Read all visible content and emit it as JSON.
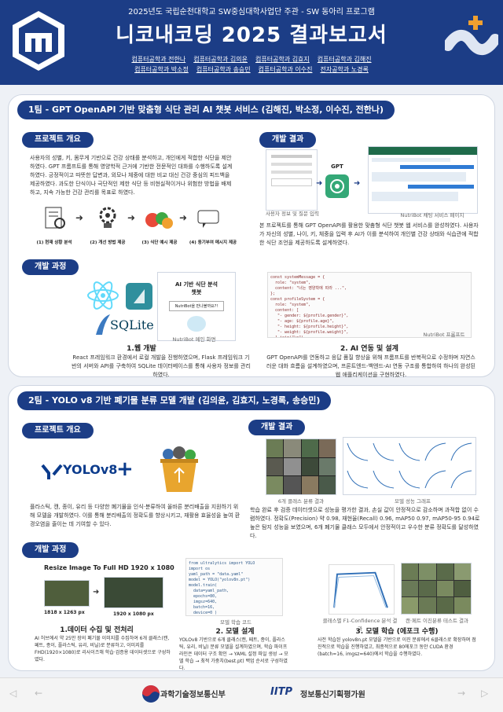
{
  "header": {
    "subtitle": "2025년도 국립순천대학교 SW중심대학사업단 주관 - SW 동아리 프로그램",
    "title": "니코내코딩 2025 결과보고서",
    "members": [
      "컴퓨터공학과 전한나",
      "컴퓨터공학과 김의윤",
      "컴퓨터공학과 김효지",
      "컴퓨터공학과 김해진",
      "컴퓨터공학과 박소정",
      "컴퓨터공학과 송승민",
      "컴퓨터공학과 이수진",
      "전자공학과 노경록"
    ]
  },
  "team1": {
    "title": "1팀 - GPT OpenAPI 기반 맞춤형 식단 관리 AI 챗봇 서비스 (김해진, 박소정, 이수진, 전한나)",
    "overview_label": "프로젝트 개요",
    "overview_text": "사용자의 성별, 키, 몸무게 기반으로 건강 상태를 분석하고, 개인에게 적합한 식단을 제안하였다. GPT 프롬프트를 통해 영양학적 근거에 기반한 전문적인 대화를 수행하도록 설계하였다. 긍정적이고 따뜻한 답변과, 외모나 체중에 대한 비교 대신 건강 중심의 피드백을 제공하였다. 과도한 단식이나 극단적인 제한 식단 등 비현실적이거나 위험한 방법을 배제하고, 지속 가능한 건강 관리를 목표로 하였다.",
    "steps": [
      "(1) 현재 상황 분석",
      "(2) 개선 방법 제공",
      "(3) 식단 예시 제공",
      "(4) 동기부여 메시지 제공"
    ],
    "result_label": "개발 결과",
    "result_gpt": "GPT",
    "result_left_cap": "사용자 정보 및 질문 입력",
    "result_right_cap": "NutriBot 채팅 서비스 페이지",
    "result_text": "본 프로젝트를 통해 GPT OpenAPI를 활용한 맞춤형 식단 챗봇 웹 서비스를 완성하였다. 사용자가 자신의 성별, 나이, 키, 체중을 입력 후 AI가 이를 분석하여 개인별 건강 상태와 식습관에 적합한 식단 조언을 제공하도록 설계하였다.",
    "process_label": "개발 과정",
    "process": [
      {
        "title": "1.웹 개발",
        "text": "React 프레임워크 환경에서 로컬 개발을 진행하였으며, Flask 프레임워크 기반의 서버와 API를 구축하여 SQLite 데이터베이스를 통해 사용자 정보를 관리하였다."
      },
      {
        "title": "2. AI 연동 및 설계",
        "text": "GPT OpenAPI를 연동하고 응답 품질 향상을 위해 프롬프트를 반복적으로 수정하며 자연스러운 대화 흐름을 설계하였으며, 프론트엔드-백엔드-AI 연동 구조를 통합하여 하나의 완성된 웹 애플리케이션을 구현하였다."
      }
    ],
    "sqlite_label": "SQLite",
    "web_title": "AI 기반 식단 분석",
    "web_subtitle": "챗봇",
    "web_question": "NutriBot을 만나볼까요?!",
    "web_cap": "NutriBot 메인 화면",
    "code_cap": "NutriBot 프롬프트"
  },
  "team2": {
    "title": "2팀 - YOLO v8 기반 폐기물 분류 모델 개발 (김의윤, 김효지, 노경록, 송승민)",
    "overview_label": "프로젝트 개요",
    "yolo_label": "YOLOv8",
    "overview_text": "플라스틱, 캔, 종이, 유리 등 다양한 폐기물을 인식·분류하여 올바른 분리배출을 지원하기 위해 모델을 개발하였다. 이를 통해 분리배출의 정확도를 향상시키고, 재활용 효율성을 높여 환경오염을 줄이는 데 기여할 수 있다.",
    "result_label": "개발 결과",
    "result_left_cap": "6개 클래스 분류 결과",
    "result_right_cap": "모델 성능 그래프",
    "result_text": "학습 완료 후 검증 데이터셋으로 성능을 평가한 결과, 손실 값이 안정적으로 감소하며 과적합 없이 수렴하였다. 정확도(Precision) 약 0.98, 재현율(Recall) 0.96, mAP50 0.97, mAP50-95 0.94로 높은 탐지 성능을 보였으며, 6개 폐기물 클래스 모두에서 안정적이고 우수한 분류 정확도를 달성하였다.",
    "process_label": "개발 과정",
    "resize_title": "Resize Image To Full HD 1920 x 1080",
    "size_before": "1818 x 1263 px",
    "size_after": "1920 x 1080 px",
    "code_cap": "모델 학습 코드",
    "chart_cap": "클래스별 F1-Confidence 분석 결과",
    "test_cap": "캔·페트 이진분류 테스트 결과",
    "process": [
      {
        "title": "1.데이터 수집 및 전처리",
        "text": "AI 허브에서 약 25만 장의 폐기물 이미지를 수집하여 6개 클래스(캔, 페트, 종이, 플라스틱, 유리, 비닐)로 분류하고, 이미지를 FHD(1920×1080)로 리사이즈해 학습·검증용 데이터셋으로 구성하였다."
      },
      {
        "title": "2. 모델 설계",
        "text": "YOLOv8 기반으로 6개 클래스(캔, 페트, 종이, 플라스틱, 유리, 비닐) 분류 모델을 설계하였으며, 학습 파이프라인은 데이터 구조 확인 → YAML 설정 파일 생성 → 모델 학습 → 최적 가중치(best.pt) 백업 순서로 구성하였다."
      },
      {
        "title": "3. 모델 학습 (에포크 수행)",
        "text": "사전 학습된 yolov8n.pt 모델을 기반으로 이진 분류에서 6클래스로 확장하며 점진적으로 학습을 진행하였고, 최종적으로 80에포크 동안 CUDA 환경(batch=16, imgsz=640)에서 학습을 수행하였다."
      }
    ]
  },
  "footer": {
    "left": "과학기술정보통신부",
    "right_logo": "IITP",
    "right": "정보통신기획평가원"
  },
  "colors": {
    "primary": "#1c3d86",
    "accent": "#f0a030"
  }
}
